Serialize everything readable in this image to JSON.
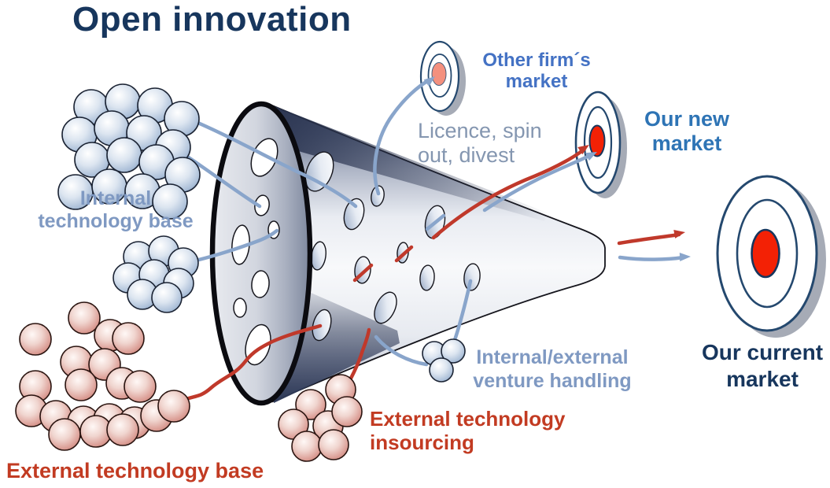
{
  "title": "Open innovation",
  "labels": {
    "internal_technology_base": {
      "line1": "Internal",
      "line2": "technology base"
    },
    "external_technology_base": {
      "line1": "External technology base"
    },
    "external_technology_insourcing": {
      "line1": "External technology",
      "line2": "insourcing"
    },
    "venture_handling": {
      "line1": "Internal/external",
      "line2": "venture handling"
    },
    "licence": {
      "line1": "Licence, spin",
      "line2": "out, divest"
    },
    "other_firms_market": {
      "line1": "Other firm´s",
      "line2": "market"
    },
    "our_new_market": {
      "line1": "Our new",
      "line2": "market"
    },
    "our_current_market": {
      "line1": "Our current",
      "line2": "market"
    }
  },
  "colors": {
    "title_navy": "#17365D",
    "royal_blue": "#4472C4",
    "steel_blue": "#2E74B5",
    "muted_blue": "#7F99C2",
    "slate_blue": "#8496B0",
    "red_label": "#C23B22",
    "red_line": "#C0392B",
    "blue_line": "#89A5CB",
    "ring_navy": "#24486E",
    "bullseye_red": "#F32105",
    "bullseye_salmon": "#F4907E"
  }
}
